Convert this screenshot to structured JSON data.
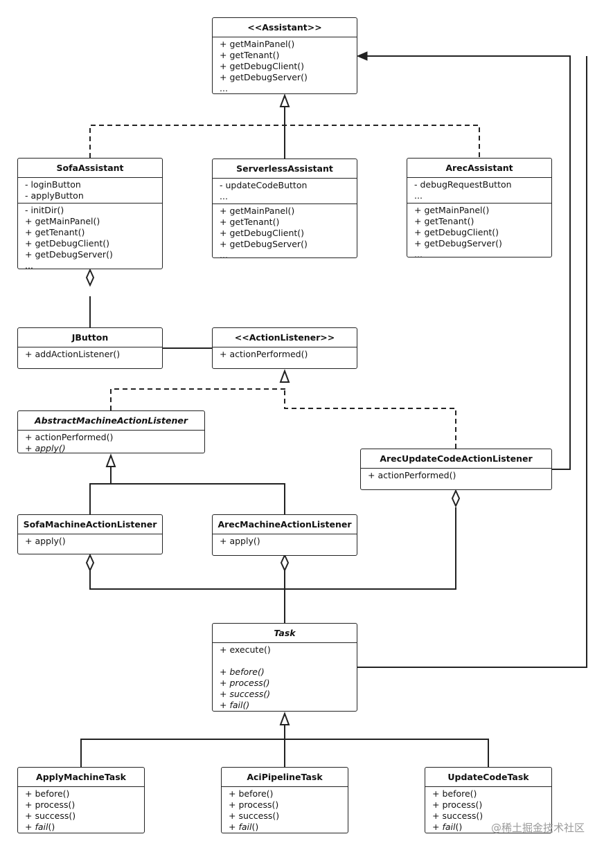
{
  "diagram": {
    "classes": [
      {
        "id": "assistant",
        "title": "<<Assistant>>",
        "italic_title": false,
        "sections": [
          [
            "+ getMainPanel()",
            "+ getTenant()",
            "+ getDebugClient()",
            "+ getDebugServer()",
            "..."
          ]
        ]
      },
      {
        "id": "sofa-assistant",
        "title": "SofaAssistant",
        "italic_title": false,
        "sections": [
          [
            "- loginButton",
            "- applyButton"
          ],
          [
            "- initDir()",
            "+ getMainPanel()",
            "+ getTenant()",
            "+ getDebugClient()",
            "+ getDebugServer()",
            "..."
          ]
        ]
      },
      {
        "id": "serverless-assistant",
        "title": "ServerlessAssistant",
        "italic_title": false,
        "sections": [
          [
            "- updateCodeButton",
            "..."
          ],
          [
            "+ getMainPanel()",
            "+ getTenant()",
            "+ getDebugClient()",
            "+ getDebugServer()",
            "..."
          ]
        ]
      },
      {
        "id": "arec-assistant",
        "title": "ArecAssistant",
        "italic_title": false,
        "sections": [
          [
            "- debugRequestButton",
            "..."
          ],
          [
            "+ getMainPanel()",
            "+ getTenant()",
            "+ getDebugClient()",
            "+ getDebugServer()",
            "..."
          ]
        ]
      },
      {
        "id": "jbutton",
        "title": "JButton",
        "italic_title": false,
        "sections": [
          [
            "+ addActionListener()"
          ]
        ]
      },
      {
        "id": "action-listener",
        "title": "<<ActionListener>>",
        "italic_title": false,
        "sections": [
          [
            "+ actionPerformed()"
          ]
        ]
      },
      {
        "id": "abstract-machine-action-listener",
        "title": "AbstractMachineActionListener",
        "italic_title": true,
        "sections": [
          [
            "+ actionPerformed()",
            "+ apply()"
          ]
        ],
        "italic_rows": [
          "+ apply()"
        ]
      },
      {
        "id": "arec-update-code-action-listener",
        "title": "ArecUpdateCodeActionListener",
        "italic_title": false,
        "sections": [
          [
            "+ actionPerformed()"
          ]
        ]
      },
      {
        "id": "sofa-machine-action-listener",
        "title": "SofaMachineActionListener",
        "italic_title": false,
        "sections": [
          [
            "+ apply()"
          ]
        ]
      },
      {
        "id": "arec-machine-action-listener",
        "title": "ArecMachineActionListener",
        "italic_title": false,
        "sections": [
          [
            "+ apply()"
          ]
        ]
      },
      {
        "id": "task",
        "title": "Task",
        "italic_title": true,
        "sections": [
          [
            "+ execute()",
            "",
            "+ before()",
            "+ process()",
            "+ success()",
            "+ fail()"
          ]
        ],
        "italic_rows": [
          "+ before()",
          "+ process()",
          "+ success()",
          "+ fail()"
        ]
      },
      {
        "id": "apply-machine-task",
        "title": "ApplyMachineTask",
        "italic_title": false,
        "sections": [
          [
            "+ before()",
            "+ process()",
            "+ success()",
            "+ fail()"
          ]
        ],
        "partial_italic": "fail"
      },
      {
        "id": "aci-pipeline-task",
        "title": "AciPipelineTask",
        "italic_title": false,
        "sections": [
          [
            "+ before()",
            "+ process()",
            "+ success()",
            "+ fail()"
          ]
        ],
        "partial_italic": "fail"
      },
      {
        "id": "update-code-task",
        "title": "UpdateCodeTask",
        "italic_title": false,
        "sections": [
          [
            "+ before()",
            "+ process()",
            "+ success()",
            "+ fail()"
          ]
        ],
        "partial_italic": "fail"
      }
    ],
    "relations": [
      {
        "type": "realization",
        "from": "sofa-assistant",
        "to": "assistant"
      },
      {
        "type": "realization",
        "from": "serverless-assistant",
        "to": "assistant"
      },
      {
        "type": "realization",
        "from": "arec-assistant",
        "to": "assistant"
      },
      {
        "type": "aggregation",
        "whole": "sofa-assistant",
        "part": "jbutton"
      },
      {
        "type": "association",
        "from": "jbutton",
        "to": "action-listener"
      },
      {
        "type": "realization",
        "from": "abstract-machine-action-listener",
        "to": "action-listener"
      },
      {
        "type": "realization",
        "from": "arec-update-code-action-listener",
        "to": "action-listener"
      },
      {
        "type": "directed-association",
        "from": "arec-update-code-action-listener",
        "to": "assistant"
      },
      {
        "type": "generalization",
        "from": "sofa-machine-action-listener",
        "to": "abstract-machine-action-listener"
      },
      {
        "type": "generalization",
        "from": "arec-machine-action-listener",
        "to": "abstract-machine-action-listener"
      },
      {
        "type": "aggregation",
        "whole": "sofa-machine-action-listener",
        "part": "task"
      },
      {
        "type": "aggregation",
        "whole": "arec-machine-action-listener",
        "part": "task"
      },
      {
        "type": "aggregation",
        "whole": "arec-update-code-action-listener",
        "part": "task"
      },
      {
        "type": "directed-association",
        "from": "task",
        "to": "assistant"
      },
      {
        "type": "generalization",
        "from": "apply-machine-task",
        "to": "task"
      },
      {
        "type": "generalization",
        "from": "aci-pipeline-task",
        "to": "task"
      },
      {
        "type": "generalization",
        "from": "update-code-task",
        "to": "task"
      }
    ]
  },
  "watermark": "@稀土掘金技术社区",
  "colors": {
    "line": "#222222",
    "background": "#ffffff",
    "watermark": "#9a9a9a"
  }
}
